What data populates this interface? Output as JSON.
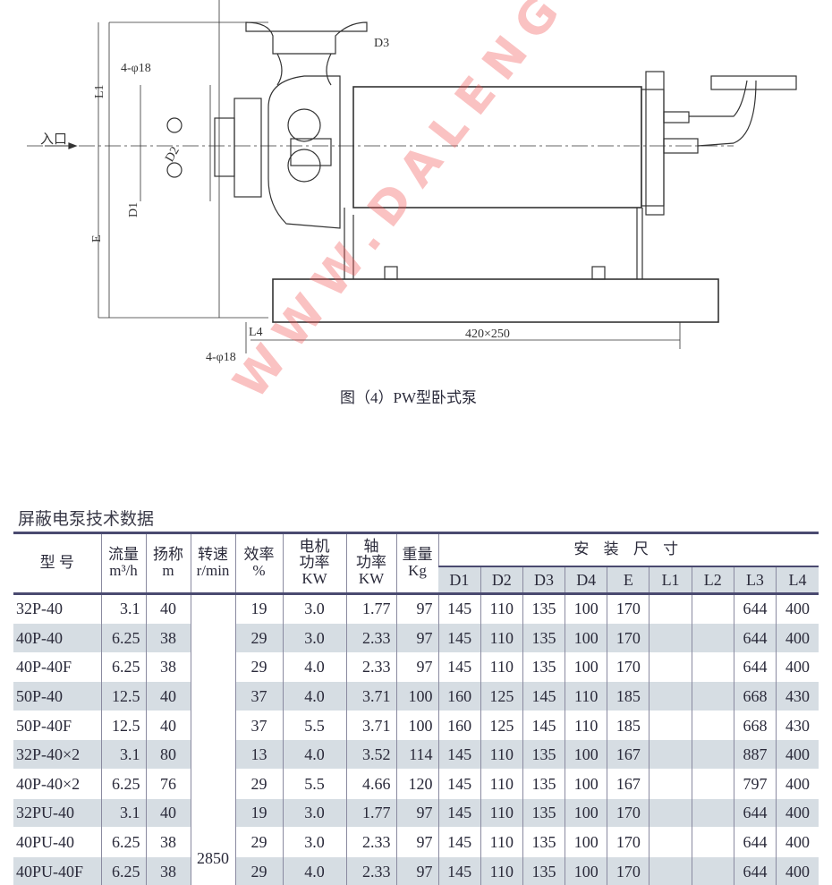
{
  "drawing": {
    "labels": {
      "holes_top": "4-φ18",
      "l1": "L1",
      "inlet": "入口",
      "d2": "D2",
      "d1": "D1",
      "e": "E",
      "d3": "D3",
      "l4": "L4",
      "base": "420×250",
      "holes_bottom": "4-φ18"
    },
    "caption": "图（4）PW型卧式泵",
    "watermark": "WWW.DALENG.CC"
  },
  "table": {
    "title": "屏蔽电泵技术数据",
    "headers": {
      "model": "型 号",
      "flow": "流量",
      "flow_unit": "m³/h",
      "head": "扬称",
      "head_unit": "m",
      "speed": "转速",
      "speed_unit": "r/min",
      "eff": "效率",
      "eff_unit": "%",
      "motor": "电机",
      "motor2": "功率",
      "motor_unit": "KW",
      "shaft": "轴",
      "shaft2": "功率",
      "shaft_unit": "KW",
      "weight": "重量",
      "weight_unit": "Kg",
      "install": "安 装 尺 寸",
      "dims": [
        "D1",
        "D2",
        "D3",
        "D4",
        "E",
        "L1",
        "L2",
        "L3",
        "L4"
      ]
    },
    "speed": "2850",
    "rows": [
      [
        "32P-40",
        "3.1",
        "40",
        "19",
        "3.0",
        "1.77",
        "97",
        "145",
        "110",
        "135",
        "100",
        "170",
        "",
        "",
        "644",
        "400"
      ],
      [
        "40P-40",
        "6.25",
        "38",
        "29",
        "3.0",
        "2.33",
        "97",
        "145",
        "110",
        "135",
        "100",
        "170",
        "",
        "",
        "644",
        "400"
      ],
      [
        "40P-40F",
        "6.25",
        "38",
        "29",
        "4.0",
        "2.33",
        "97",
        "145",
        "110",
        "135",
        "100",
        "170",
        "",
        "",
        "644",
        "400"
      ],
      [
        "50P-40",
        "12.5",
        "40",
        "37",
        "4.0",
        "3.71",
        "100",
        "160",
        "125",
        "145",
        "110",
        "185",
        "",
        "",
        "668",
        "430"
      ],
      [
        "50P-40F",
        "12.5",
        "40",
        "37",
        "5.5",
        "3.71",
        "100",
        "160",
        "125",
        "145",
        "110",
        "185",
        "",
        "",
        "668",
        "430"
      ],
      [
        "32P-40×2",
        "3.1",
        "80",
        "13",
        "4.0",
        "3.52",
        "114",
        "145",
        "110",
        "135",
        "100",
        "167",
        "",
        "",
        "887",
        "400"
      ],
      [
        "40P-40×2",
        "6.25",
        "76",
        "29",
        "5.5",
        "4.66",
        "120",
        "145",
        "110",
        "135",
        "100",
        "167",
        "",
        "",
        "797",
        "400"
      ],
      [
        "32PU-40",
        "3.1",
        "40",
        "19",
        "3.0",
        "1.77",
        "97",
        "145",
        "110",
        "135",
        "100",
        "170",
        "",
        "",
        "644",
        "400"
      ],
      [
        "40PU-40",
        "6.25",
        "38",
        "29",
        "3.0",
        "2.33",
        "97",
        "145",
        "110",
        "135",
        "100",
        "170",
        "",
        "",
        "644",
        "400"
      ],
      [
        "40PU-40F",
        "6.25",
        "38",
        "29",
        "4.0",
        "2.33",
        "97",
        "145",
        "110",
        "135",
        "100",
        "170",
        "",
        "",
        "644",
        "400"
      ]
    ]
  }
}
